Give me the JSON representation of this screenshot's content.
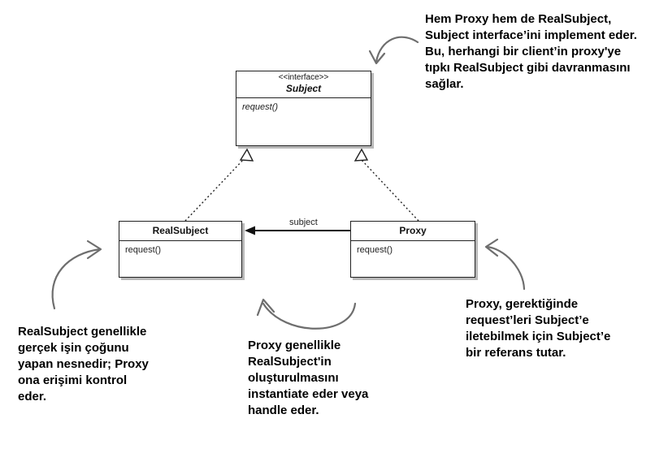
{
  "classes": {
    "subject": {
      "stereotype": "<<interface>>",
      "name": "Subject",
      "method": "request()"
    },
    "real_subject": {
      "name": "RealSubject",
      "method": "request()"
    },
    "proxy": {
      "name": "Proxy",
      "method": "request()"
    }
  },
  "association": {
    "label": "subject"
  },
  "notes": {
    "top_right": "Hem Proxy hem de RealSubject,\nSubject interface’ini implement eder.\nBu, herhangi bir client’in proxy'ye\ntıpkı RealSubject gibi davranmasını\nsağlar.",
    "bottom_left": "RealSubject genellikle\ngerçek işin çoğunu\nyapan nesnedir; Proxy\nona erişimi kontrol\neder.",
    "bottom_center": "Proxy genellikle\nRealSubject'in\noluşturulmasını\ninstantiate eder veya\nhandle eder.",
    "bottom_right": "Proxy, gerektiğinde\nrequest’leri Subject’e\niletebilmek için Subject’e\nbir referans tutar."
  }
}
